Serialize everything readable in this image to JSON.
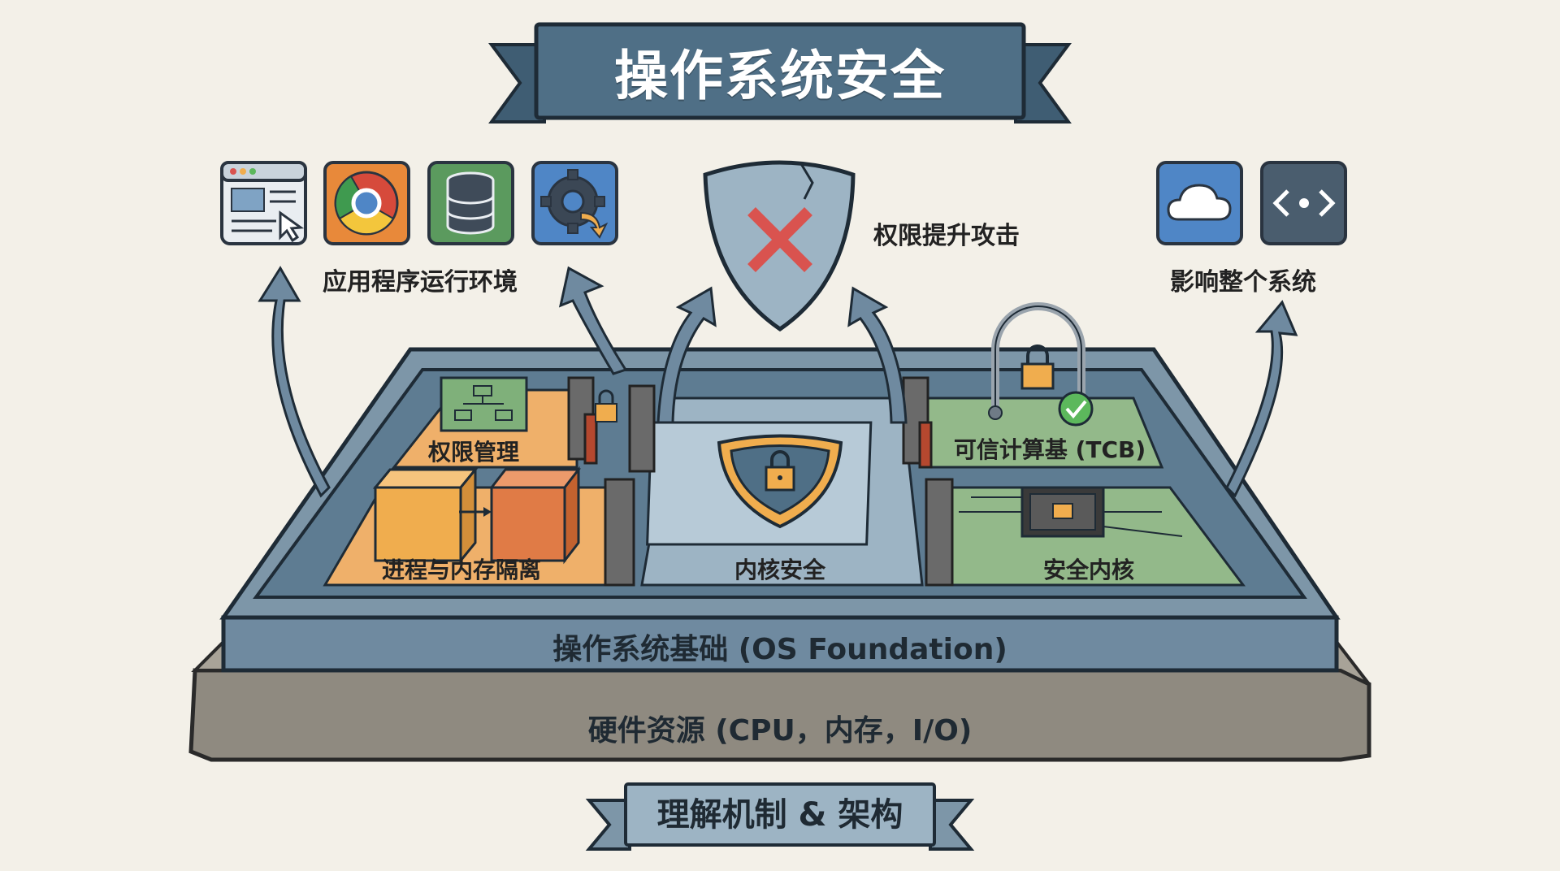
{
  "title": "操作系统安全",
  "footer_banner": "理解机制 & 架构",
  "left_group_label": "应用程序运行环境",
  "attack_label": "权限提升攻击",
  "right_group_label": "影响整个系统",
  "zones": {
    "permission": "权限管理",
    "isolation": "进程与内存隔离",
    "kernel_security": "内核安全",
    "tcb": "可信计算基 (TCB)",
    "secure_kernel": "安全内核"
  },
  "layers": {
    "os_foundation": "操作系统基础 (OS Foundation)",
    "hardware": "硬件资源 (CPU，内存，I/O)"
  },
  "icons": {
    "app_icons": [
      "browser-window-icon",
      "chrome-icon",
      "database-icon",
      "gear-arrow-icon"
    ],
    "right_icons": [
      "cloud-icon",
      "code-icon"
    ],
    "attack": "broken-shield-x-icon"
  },
  "colors": {
    "banner": "#4f6f86",
    "frame": "#7d96a8",
    "kernel_zone": "#9db4c4",
    "left_zone": "#efb06a",
    "right_zone": "#93b98a",
    "hardware": "#8f8a80"
  }
}
